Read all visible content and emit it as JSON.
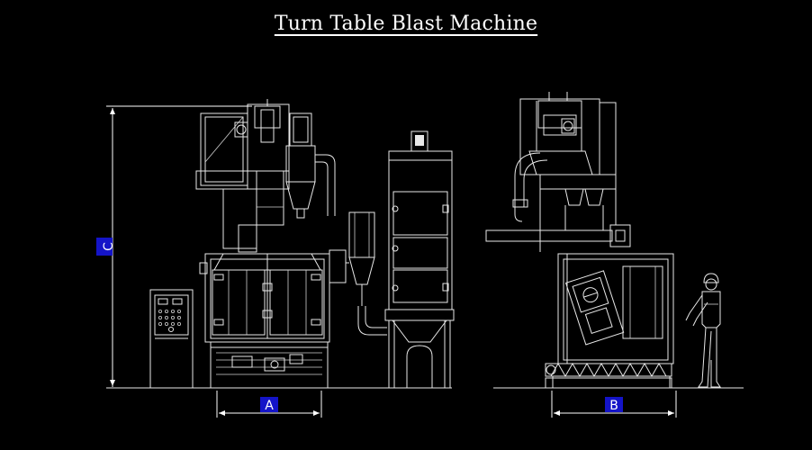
{
  "title": "Turn Table Blast Machine",
  "dimension_labels": {
    "width_front": "A",
    "width_side": "B",
    "height": "C"
  },
  "colors": {
    "background": "#000000",
    "linework": "#e8e8e8",
    "label_box": "#1414c8"
  }
}
